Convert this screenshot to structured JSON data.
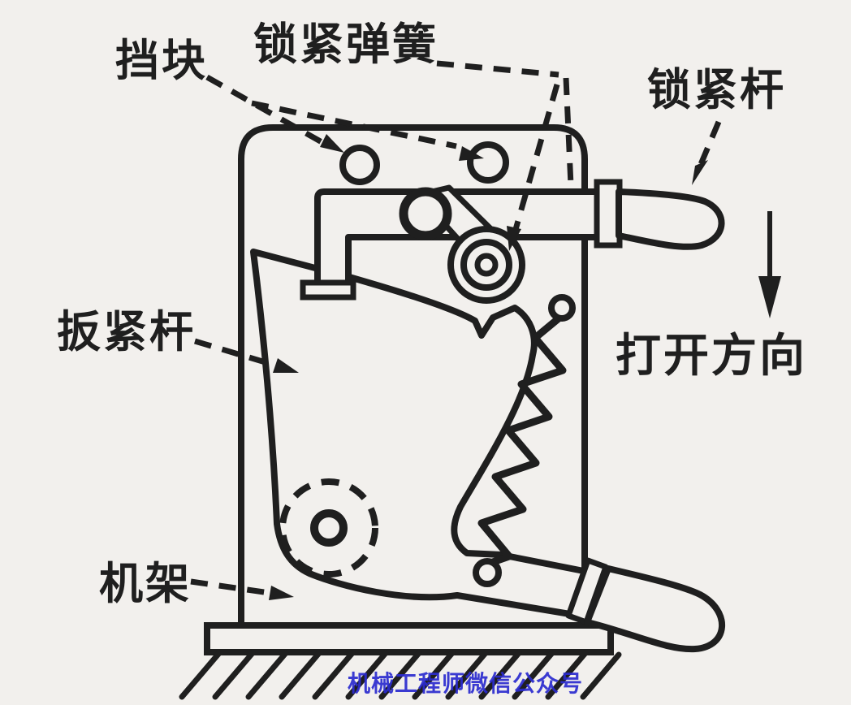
{
  "diagram": {
    "labels": {
      "stop_block": "挡块",
      "locking_spring": "锁紧弹簧",
      "locking_lever": "锁紧杆",
      "tightening_lever": "扳紧杆",
      "opening_direction": "打开方向",
      "frame": "机架"
    },
    "watermark": "机械工程师微信公众号",
    "colors": {
      "ink": "#1f1f1f",
      "paper": "#f2f0ed",
      "watermark": "#2b2bcf"
    }
  }
}
